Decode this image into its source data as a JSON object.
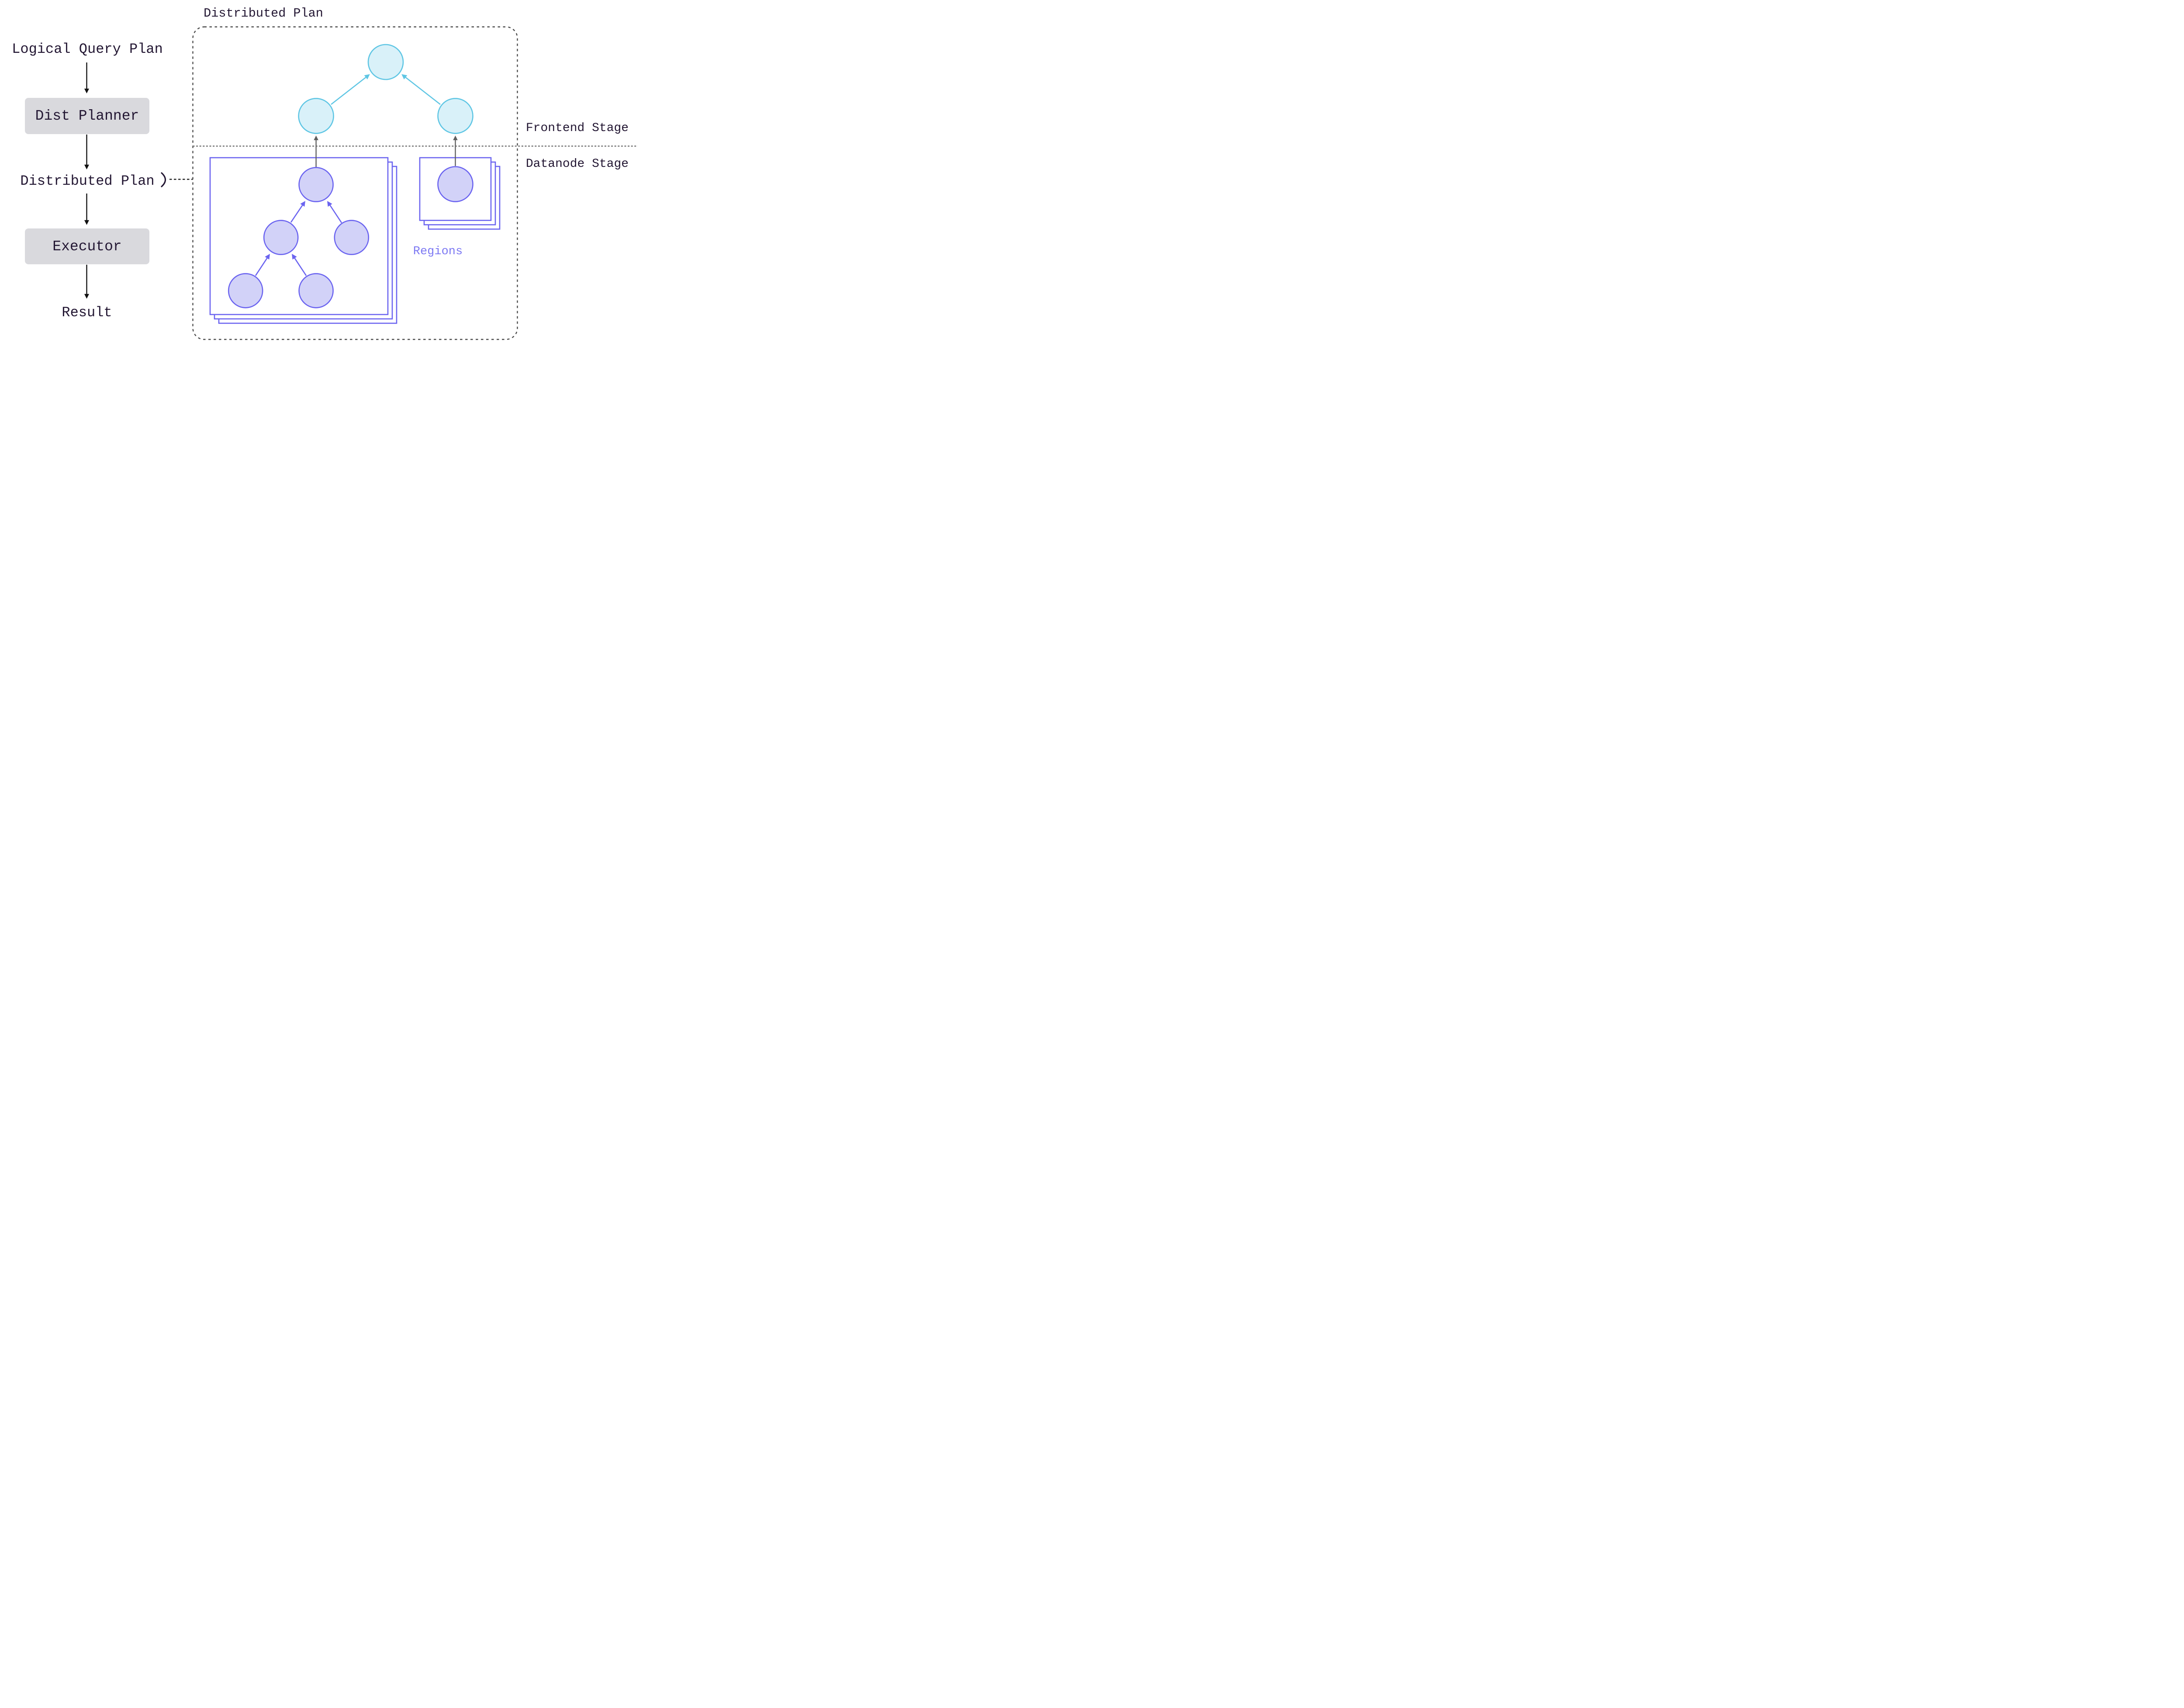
{
  "left_flow": {
    "input_label": "Logical Query Plan",
    "planner_label": "Dist Planner",
    "intermediate_label": "Distributed Plan",
    "executor_label": "Executor",
    "output_label": "Result"
  },
  "distributed_plan_panel": {
    "title": "Distributed Plan",
    "frontend_stage_label": "Frontend Stage",
    "datanode_stage_label": "Datanode Stage",
    "regions_label": "Regions",
    "frontend_node_count": 3,
    "datanode_left_tree_node_count": 5,
    "datanode_right_tree_node_count": 1,
    "region_stack_layer_count": 3,
    "edges": [
      "datanode-left-root -> frontend-left-node",
      "datanode-right-node -> frontend-right-node",
      "frontend-left-node -> frontend-root-node",
      "frontend-right-node -> frontend-root-node"
    ]
  },
  "colors": {
    "ink": "#231733",
    "box-gray": "#d9d9dd",
    "purple-stroke": "#6b64f0",
    "purple-fill": "#d2d2f8",
    "regions-text": "#7d79f3",
    "cyan-stroke": "#5fc6e4",
    "cyan-fill": "#d9f1f9",
    "gray-line": "#5f5f5f",
    "dashed-border": "#4c4c4c",
    "separator": "#707070",
    "arrow-black": "#111111",
    "bg": "#ffffff"
  }
}
